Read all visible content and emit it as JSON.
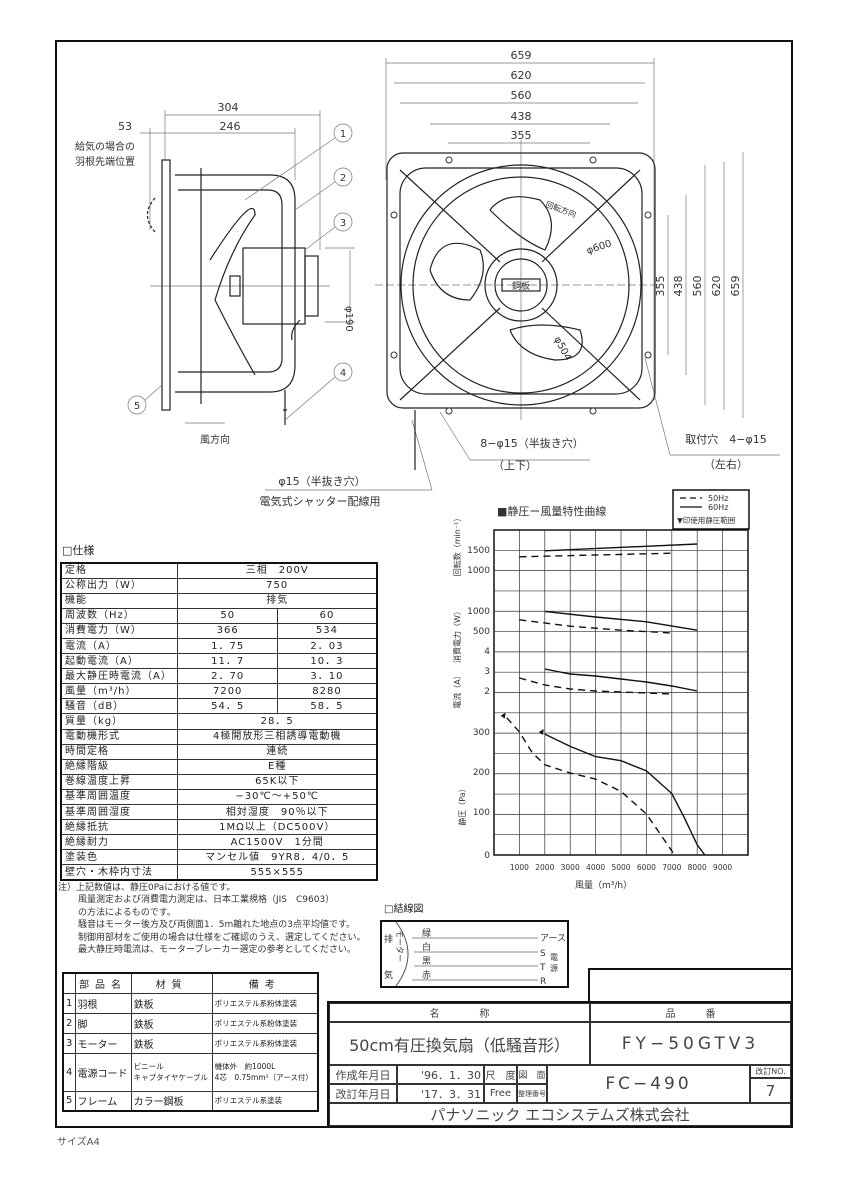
{
  "side_view": {
    "dim_304": "304",
    "dim_246": "246",
    "dim_53": "53",
    "supply_note_1": "給気の場合の",
    "supply_note_2": "羽根先端位置",
    "dia_190": "φ190",
    "air_direction": "風方向",
    "balloons": [
      "1",
      "2",
      "3",
      "4",
      "5"
    ]
  },
  "front_view": {
    "dims_h": [
      "659",
      "620",
      "560",
      "438",
      "355"
    ],
    "dims_v": [
      "355",
      "438",
      "560",
      "620",
      "659"
    ],
    "dia_600": "φ600",
    "dia_504": "φ504",
    "rotation": "回転方向",
    "hub_label": "鋼板",
    "holes_8": "8−φ15（半抜き穴）",
    "holes_8_sub": "（上下）",
    "holes_4": "取付穴　4−φ15",
    "holes_4_sub": "（左右）",
    "shutter_hole": "φ15（半抜き穴）",
    "shutter_note": "電気式シャッター配線用"
  },
  "spec": {
    "title": "□仕様",
    "rows": [
      [
        "定格",
        "三相　200V"
      ],
      [
        "公称出力（W）",
        "750"
      ],
      [
        "機能",
        "排気"
      ],
      [
        "周波数（Hz）",
        "50",
        "60"
      ],
      [
        "消費電力（W）",
        "366",
        "534"
      ],
      [
        "電流（A）",
        "1．75",
        "2．03"
      ],
      [
        "起動電流（A）",
        "11．7",
        "10．3"
      ],
      [
        "最大静圧時電流（A）",
        "2．70",
        "3．10"
      ],
      [
        "風量（m³/h）",
        "7200",
        "8280"
      ],
      [
        "騒音（dB）",
        "54．5",
        "58．5"
      ],
      [
        "質量（kg）",
        "28．5"
      ],
      [
        "電動機形式",
        "4極開放形三相誘導電動機"
      ],
      [
        "時間定格",
        "連続"
      ],
      [
        "絶縁階級",
        "E種"
      ],
      [
        "巻線温度上昇",
        "65K以下"
      ],
      [
        "基準周囲温度",
        "−30℃〜+50℃"
      ],
      [
        "基準周囲湿度",
        "相対湿度　90％以下"
      ],
      [
        "絶縁抵抗",
        "1MΩ以上（DC500V）"
      ],
      [
        "絶縁耐力",
        "AC1500V　1分間"
      ],
      [
        "塗装色",
        "マンセル値　9YR8．4/0．5"
      ],
      [
        "壁穴・木枠内寸法",
        "555×555"
      ]
    ],
    "notes": [
      "注）上記数値は、静圧0Paにおける値です。",
      "風量測定および消費電力測定は、日本工業規格（JIS　C9603）",
      "の方法によるものです。",
      "騒音はモーター後方及び両側面1．5m離れた地点の3点平均値です。",
      "制御用部材をご使用の場合は仕様をご確認のうえ、選定してください。",
      "最大静圧時電流は、モーターブレーカー選定の参考としてください。"
    ]
  },
  "wiring": {
    "title": "□結線図",
    "exhaust": [
      "排",
      "気"
    ],
    "motor": "モーター",
    "wires": [
      "緑",
      "白",
      "黒",
      "赤"
    ],
    "terminals": [
      "アース",
      "S",
      "T",
      "R"
    ],
    "power": [
      "電",
      "源"
    ]
  },
  "parts": {
    "headers": [
      "部品名",
      "材質",
      "備考"
    ],
    "rows": [
      [
        "1",
        "羽根",
        "鉄板",
        "ポリエステル系粉体塗装"
      ],
      [
        "2",
        "脚",
        "鉄板",
        "ポリエステル系粉体塗装"
      ],
      [
        "3",
        "モーター",
        "鉄板",
        "ポリエステル系粉体塗装"
      ],
      [
        "4",
        "電源コード",
        "ビニール\nキャブタイヤケーブル",
        "機体外　約1000L\n4芯　0.75mm²（アース付）"
      ],
      [
        "5",
        "フレーム",
        "カラー鋼板",
        "ポリエステル系塗装"
      ]
    ]
  },
  "title_block": {
    "name_header": "名　　　　称",
    "number_header": "品　　　番",
    "product_name": "50cm有圧換気扇（低騒音形）",
    "product_number": "FY−50GTV3",
    "created_label": "作成年月日",
    "created_date": "'96．1．30",
    "revised_label": "改訂年月日",
    "revised_date": "'17．3．31",
    "scale_label": "尺　度",
    "scale_value": "Free",
    "drawing_label": "図　面",
    "drawing_label2": "整理番号",
    "drawing_number": "FC−490",
    "revision_label": "改訂NO.",
    "revision_value": "7",
    "company": "パナソニック エコシステムズ株式会社"
  },
  "paper_size": "サイズA4",
  "chart_data": {
    "type": "line",
    "title": "■静圧ー風量特性曲線",
    "xlabel": "風量（m³/h）",
    "xlim": [
      0,
      10000
    ],
    "xticks": [
      "1000",
      "2000",
      "3000",
      "4000",
      "5000",
      "6000",
      "7000",
      "8000",
      "9000"
    ],
    "legend": {
      "placement": "top-right",
      "entries": [
        "50Hz",
        "60Hz",
        "▼印使用静圧範囲"
      ]
    },
    "panels": [
      {
        "ylabel": "回転数（min⁻¹）",
        "ticks": [
          "1500",
          "1000"
        ],
        "series": [
          {
            "name": "50Hz",
            "x": [
              1000,
              7000
            ],
            "y": [
              1330,
              1420
            ]
          },
          {
            "name": "60Hz",
            "x": [
              2000,
              8000
            ],
            "y": [
              1480,
              1650
            ]
          }
        ]
      },
      {
        "ylabel": "消費電力（W）",
        "ticks": [
          "1000",
          "500"
        ],
        "series": [
          {
            "name": "50Hz",
            "x": [
              1000,
              3000,
              5000,
              7000
            ],
            "y": [
              780,
              620,
              520,
              450
            ]
          },
          {
            "name": "60Hz",
            "x": [
              2000,
              4000,
              6000,
              8000
            ],
            "y": [
              990,
              850,
              730,
              520
            ]
          }
        ]
      },
      {
        "ylabel": "電流（A）",
        "ticks": [
          "4",
          "3",
          "2"
        ],
        "series": [
          {
            "name": "50Hz",
            "x": [
              1000,
              2000,
              3000,
              4000,
              5000,
              6000,
              7000
            ],
            "y": [
              2.65,
              2.3,
              2.1,
              2.0,
              1.95,
              1.9,
              1.85
            ]
          },
          {
            "name": "60Hz",
            "x": [
              2000,
              3000,
              4000,
              5000,
              6000,
              7000,
              8000
            ],
            "y": [
              3.1,
              2.85,
              2.75,
              2.6,
              2.45,
              2.25,
              2.0
            ]
          }
        ]
      },
      {
        "ylabel": "静圧（Pa）",
        "ticks": [
          "300",
          "200",
          "100",
          "0"
        ],
        "series": [
          {
            "name": "50Hz",
            "x": [
              500,
              1000,
              1500,
              2000,
              3000,
              4000,
              5000,
              6000,
              6500,
              7000,
              7100
            ],
            "y": [
              335,
              300,
              250,
              220,
              200,
              185,
              155,
              100,
              55,
              10,
              0
            ]
          },
          {
            "name": "60Hz",
            "x": [
              2000,
              3000,
              4000,
              5000,
              6000,
              7000,
              7500,
              8000,
              8300
            ],
            "y": [
              295,
              265,
              240,
              230,
              205,
              150,
              90,
              25,
              0
            ]
          }
        ]
      }
    ]
  }
}
